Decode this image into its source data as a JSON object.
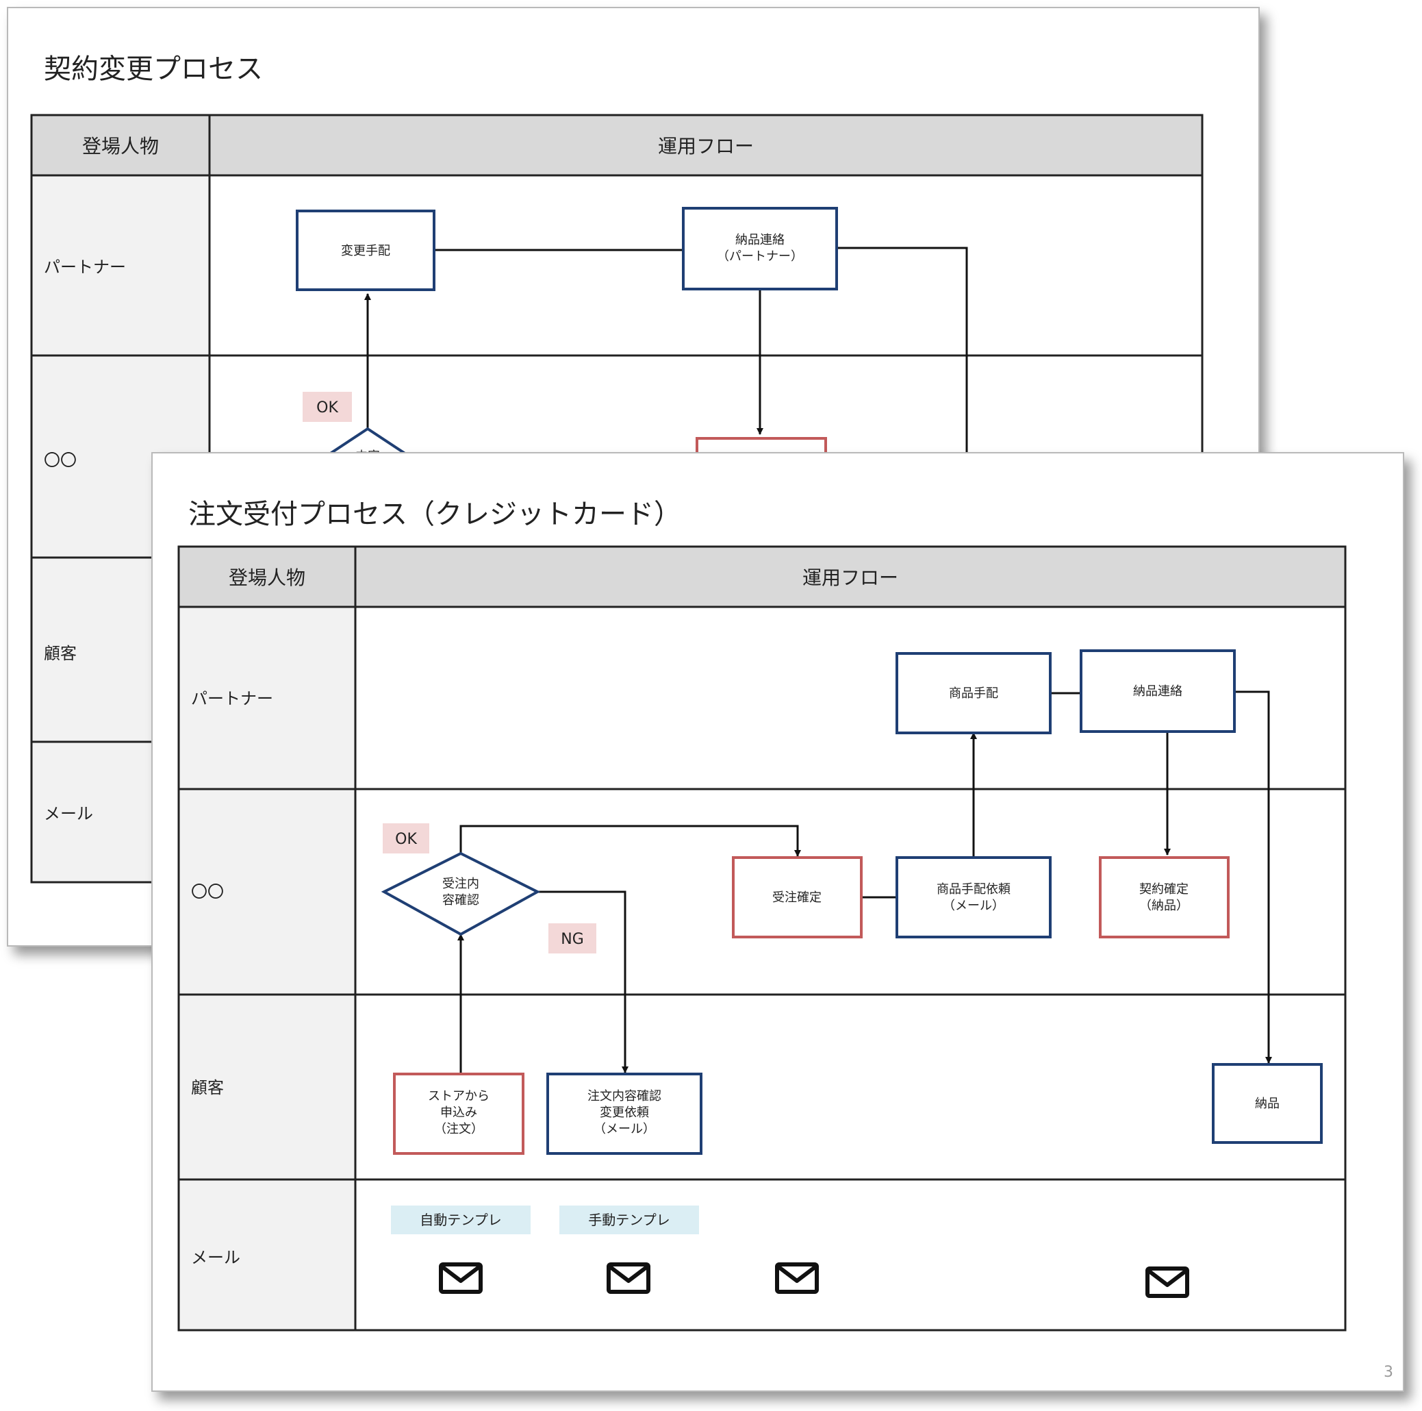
{
  "slides": [
    {
      "title": "契約変更プロセス",
      "header": {
        "actor_col": "登場人物",
        "flow_col": "運用フロー"
      },
      "lanes": [
        "パートナー",
        "〇〇",
        "顧客",
        "メール"
      ],
      "nodes": {
        "change_arrangement": "変更手配",
        "delivery_contact": [
          "納品連絡",
          "（パートナー）"
        ],
        "content_check_partial": "内容"
      },
      "tags": {
        "ok": "OK"
      }
    },
    {
      "title": "注文受付プロセス（クレジットカード）",
      "header": {
        "actor_col": "登場人物",
        "flow_col": "運用フロー"
      },
      "lanes": [
        "パートナー",
        "〇〇",
        "顧客",
        "メール"
      ],
      "nodes": {
        "order_content_check": [
          "受注内",
          "容確認"
        ],
        "order_confirm": "受注確定",
        "product_arrange_request": [
          "商品手配依頼",
          "（メール）"
        ],
        "product_arrangement": "商品手配",
        "delivery_contact": "納品連絡",
        "contract_confirm": [
          "契約確定",
          "（納品）"
        ],
        "store_apply": [
          "ストアから",
          "申込み",
          "（注文）"
        ],
        "order_change_request": [
          "注文内容確認",
          "変更依頼",
          "（メール）"
        ],
        "delivery": "納品"
      },
      "tags": {
        "ok": "OK",
        "ng": "NG",
        "auto_template": "自動テンプレ",
        "manual_template": "手動テンプレ"
      },
      "page_number": "3"
    }
  ],
  "colors": {
    "header_fill": "#d9d9d9",
    "actor_col_fill": "#f2f2f2",
    "grid_line": "#222222",
    "box_blue": "#1f3f74",
    "box_red": "#c25a5a",
    "tag_pink": "#f3d8d8",
    "tag_lightblue": "#dbeef4"
  },
  "icons": [
    "mail-icon",
    "mail-icon",
    "mail-icon",
    "mail-icon"
  ]
}
